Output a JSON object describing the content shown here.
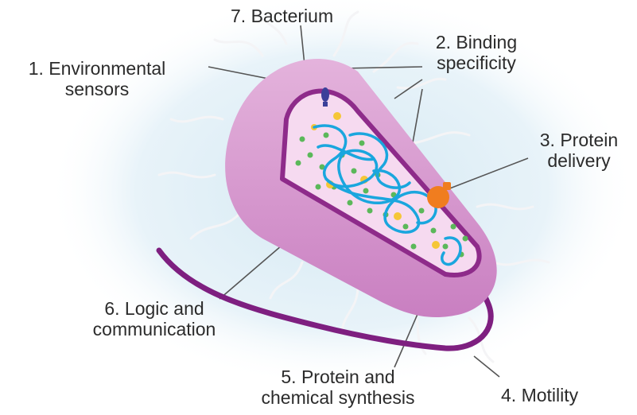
{
  "labels": {
    "bacterium": "7. Bacterium",
    "environmental_sensors": [
      "1. Environmental",
      "sensors"
    ],
    "binding_specificity": [
      "2. Binding",
      "specificity"
    ],
    "protein_delivery": [
      "3. Protein",
      "delivery"
    ],
    "motility": "4. Motility",
    "protein_synthesis": [
      "5. Protein and",
      "chemical synthesis"
    ],
    "logic_communication": [
      "6. Logic and",
      "communication"
    ]
  },
  "colors": {
    "background_glow": "#dcedf5",
    "cell_body": "#d99ad2",
    "cell_wall": "#8e2b8a",
    "cytoplasm": "#f6daf0",
    "dna": "#1aa6de",
    "ribosomes": "#5bb85a",
    "granules": "#f5c637",
    "protein_blob": "#f07d1f",
    "flagellum": "#7e1f80",
    "sensor": "#3b3f99",
    "leader_lines": "#555555"
  }
}
